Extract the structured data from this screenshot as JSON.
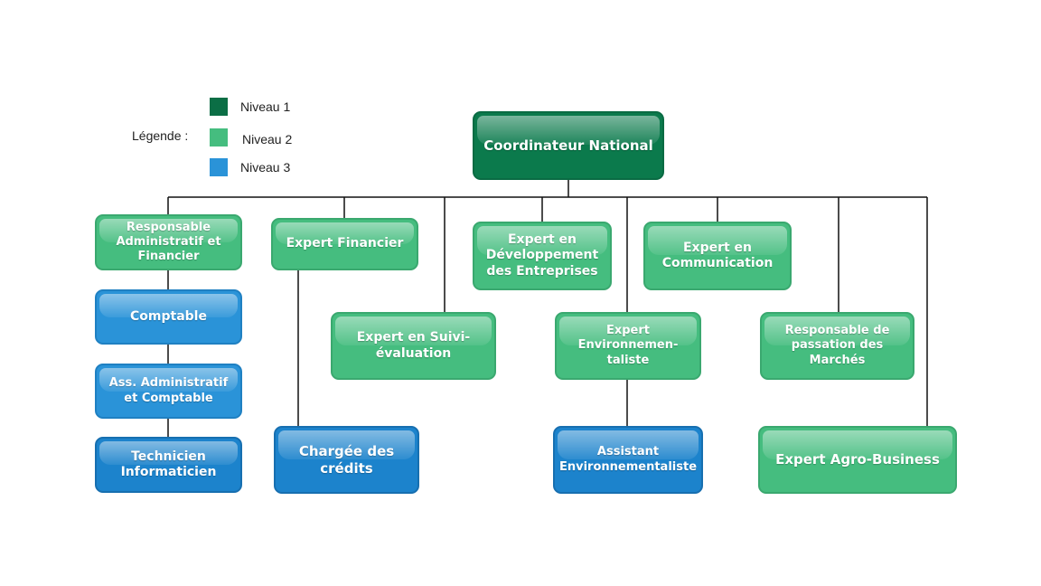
{
  "legend": {
    "title": "Légende :",
    "items": [
      {
        "label": "Niveau 1",
        "color": "#0b6e45"
      },
      {
        "label": "Niveau 2",
        "color": "#45bd7f"
      },
      {
        "label": "Niveau 3",
        "color": "#2a93d8"
      }
    ]
  },
  "nodes": {
    "coordinateur": "Coordinateur National",
    "raf": "Responsable Administratif et Financier",
    "comptable": "Comptable",
    "ass_admin": "Ass. Administratif et Comptable",
    "technicien": "Technicien Informaticien",
    "expert_financier": "Expert Financier",
    "chargee_credits": "Chargée des crédits",
    "expert_suivi": "Expert en Suivi-évaluation",
    "expert_dev": "Expert en Développement des Entreprises",
    "expert_env": "Expert Environnemen-taliste",
    "assistant_env": "Assistant Environnementaliste",
    "expert_comm": "Expert en Communication",
    "resp_passation": "Responsable de passation des Marchés",
    "expert_agro": "Expert Agro-Business"
  }
}
